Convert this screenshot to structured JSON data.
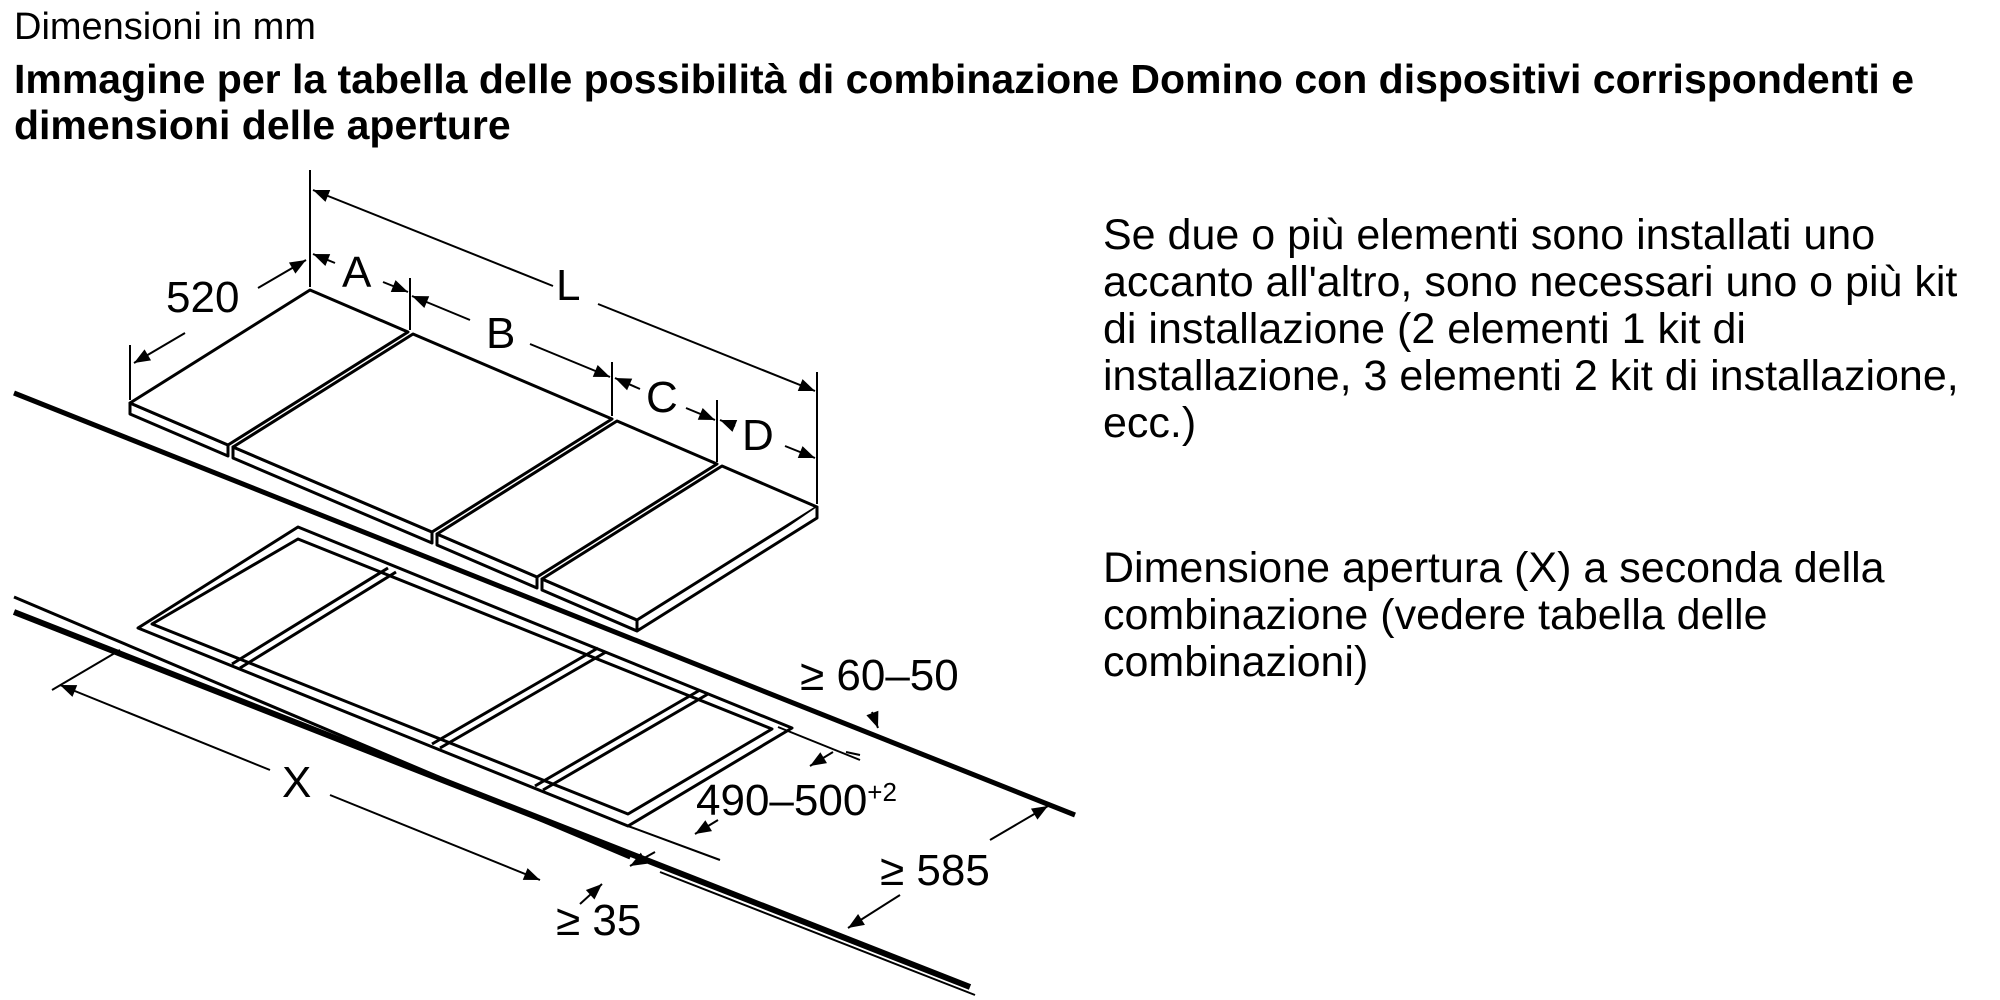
{
  "header": {
    "units_label": "Dimensioni in mm",
    "title": "Immagine per la tabella delle possibilità di combinazione Domino con dispositivi corrispondenti e dimensioni delle aperture"
  },
  "notes": {
    "installation_kits": "Se due o più elementi sono installati uno accanto all'altro, sono necessari uno o più kit di installazione (2 elementi 1 kit di installazione, 3 elementi 2 kit di installazione, ecc.)",
    "opening_dimension": "Dimensione apertura (X) a seconda della combinazione (vedere tabella delle combinazioni)"
  },
  "diagram": {
    "depth_label": "520",
    "width_a_label": "A",
    "width_b_label": "B",
    "width_c_label": "C",
    "width_d_label": "D",
    "total_width_label": "L",
    "opening_width_label": "X",
    "worktop_thickness_label": "≥ 60–50",
    "cutout_depth_label": "490–500",
    "cutout_depth_tolerance": "+2",
    "worktop_depth_label": "≥ 585",
    "front_edge_label": "≥ 35"
  }
}
